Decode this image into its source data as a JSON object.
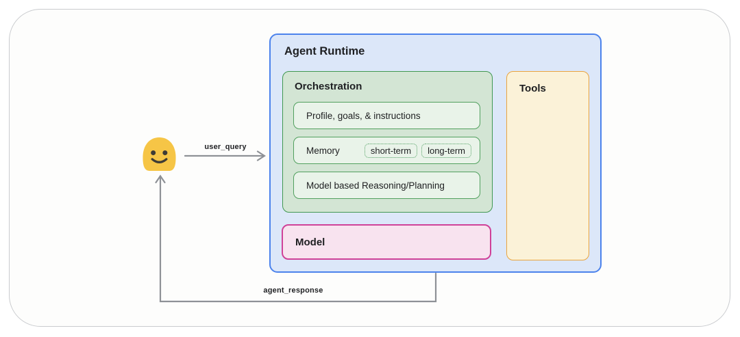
{
  "labels": {
    "user_query": "user_query",
    "agent_response": "agent_response"
  },
  "runtime": {
    "title": "Agent Runtime",
    "orchestration": {
      "title": "Orchestration",
      "rows": [
        {
          "label": "Profile, goals, & instructions",
          "chips": []
        },
        {
          "label": "Memory",
          "chips": [
            "short-term",
            "long-term"
          ]
        },
        {
          "label": "Model based Reasoning/Planning",
          "chips": []
        }
      ]
    },
    "tools": {
      "title": "Tools"
    },
    "model": {
      "title": "Model"
    }
  },
  "icons": {
    "user": "smiley-blob-emoji"
  },
  "colors": {
    "arrow": "#8e9196",
    "runtime_border": "#4b82ec",
    "runtime_fill": "#dce7f9",
    "orchestration_border": "#3f9750",
    "orchestration_fill": "#d3e5d4",
    "orchestration_row_fill": "#e9f3e9",
    "orchestration_row_border": "#51a05e",
    "chip_border": "#55a366",
    "tools_border": "#e9a43e",
    "tools_fill": "#fbf2d8",
    "model_border": "#cf4198",
    "model_fill": "#f8e3ef",
    "emoji_body": "#f6c546",
    "emoji_face": "#3f3c35",
    "text": "#1f2023"
  }
}
